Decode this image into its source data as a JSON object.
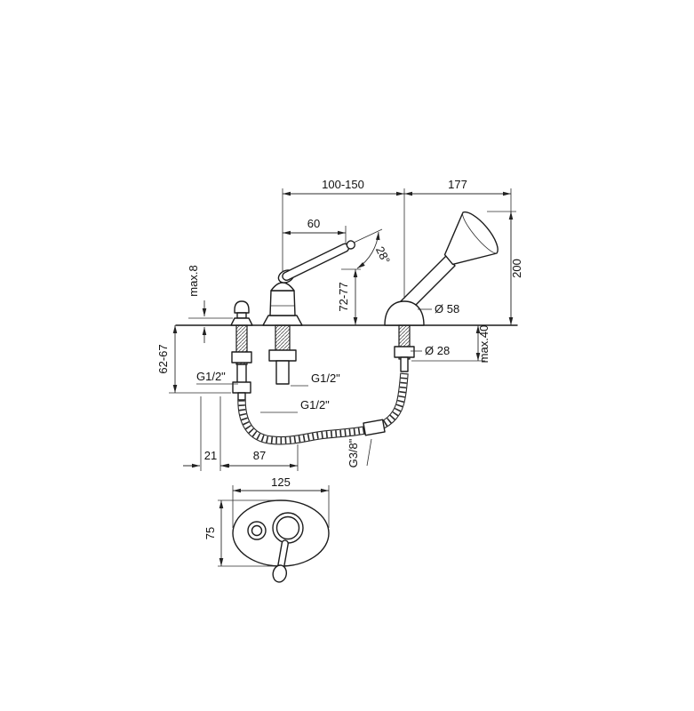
{
  "style": {
    "ink": "#1a1a1a",
    "background": "#ffffff"
  },
  "drawing_type": "faucet technical dimension drawing",
  "labels": {
    "span_mixer_to_shower": "100-150",
    "span_shower_to_head": "177",
    "lever_reach": "60",
    "head_height": "200",
    "lever_angle": "28°",
    "lever_height_range": "72-77",
    "deck_max_left": "max.8",
    "underdeck_range_left": "62-67",
    "holder_diameter": "Ø 58",
    "shank_diameter": "Ø 28",
    "deck_max_right": "max.40",
    "thread_left": "G1/2\"",
    "thread_middle": "G1/2\"",
    "thread_bottom": "G1/2\"",
    "hose_thread": "G3/8\"",
    "offset_small": "21",
    "offset_large": "87",
    "plate_width": "125",
    "plate_height": "75"
  }
}
